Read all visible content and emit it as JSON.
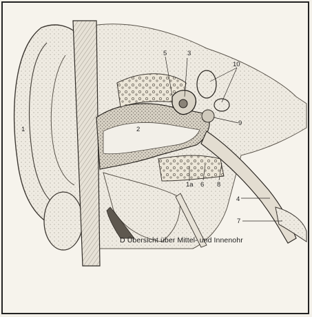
{
  "figure": {
    "caption": "D Übersicht über Mittel- und Innenohr",
    "labels": {
      "l1": "1",
      "l2": "2",
      "l3": "3",
      "l4": "4",
      "l5": "5",
      "l6": "6",
      "l7": "7",
      "l8": "8",
      "l9": "9",
      "l10": "10",
      "l1a": "1a"
    }
  }
}
